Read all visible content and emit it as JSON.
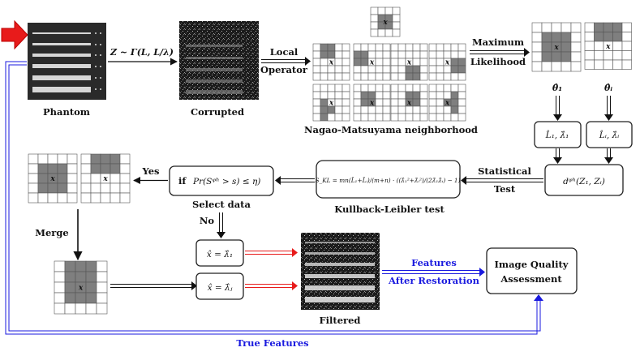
{
  "phantom": {
    "label": "Phantom"
  },
  "corrupted": {
    "label": "Corrupted"
  },
  "model": {
    "label": "Z ~ Γ(L, L/λ)"
  },
  "local_operator": {
    "line1": "Local",
    "line2": "Operator"
  },
  "neighborhood": {
    "label": "Nagao-Matsuyama neighborhood",
    "center_symbol": "x"
  },
  "max_likelihood": {
    "line1": "Maximum",
    "line2": "Likelihood"
  },
  "theta": {
    "theta1": "θ̂₁",
    "thetai": "θ̂ᵢ"
  },
  "param_box1": {
    "text": "L̂₁, λ̂₁"
  },
  "param_boxi": {
    "text": "L̂ᵢ, λ̂ᵢ"
  },
  "distance_box": {
    "text": "dᵠʰ(Z₁, Zᵢ)"
  },
  "statistical_test": {
    "line1": "Statistical",
    "line2": "Test"
  },
  "kl_box": {
    "text": "S_KL = mn(L̂₁+L̂ᵢ)/(m+n) · ((λ̂₁²+λ̂ᵢ²)/(2λ̂₁λ̂ᵢ) − 1)"
  },
  "kl_test": {
    "label": "Kullback-Leibler test"
  },
  "condition_box": {
    "prefix": "if",
    "text": "Pr(Sᵠʰ > s) ≤ η)"
  },
  "select_data": {
    "label": "Select data"
  },
  "yes_label": "Yes",
  "no_label": "No",
  "merge_label": "Merge",
  "estimate1": {
    "text": "x̂ = λ̂₁"
  },
  "estimatej": {
    "text": "x̂ = λ̂ⱼ"
  },
  "filtered": {
    "label": "Filtered"
  },
  "features": {
    "line1": "Features",
    "line2": "After Restoration"
  },
  "quality_box": {
    "line1": "Image Quality",
    "line2": "Assessment"
  },
  "true_features": {
    "label": "True Features"
  },
  "colors": {
    "blue": "#1a1adf",
    "red": "#e81b1b",
    "gray": "#7f7f7f"
  }
}
